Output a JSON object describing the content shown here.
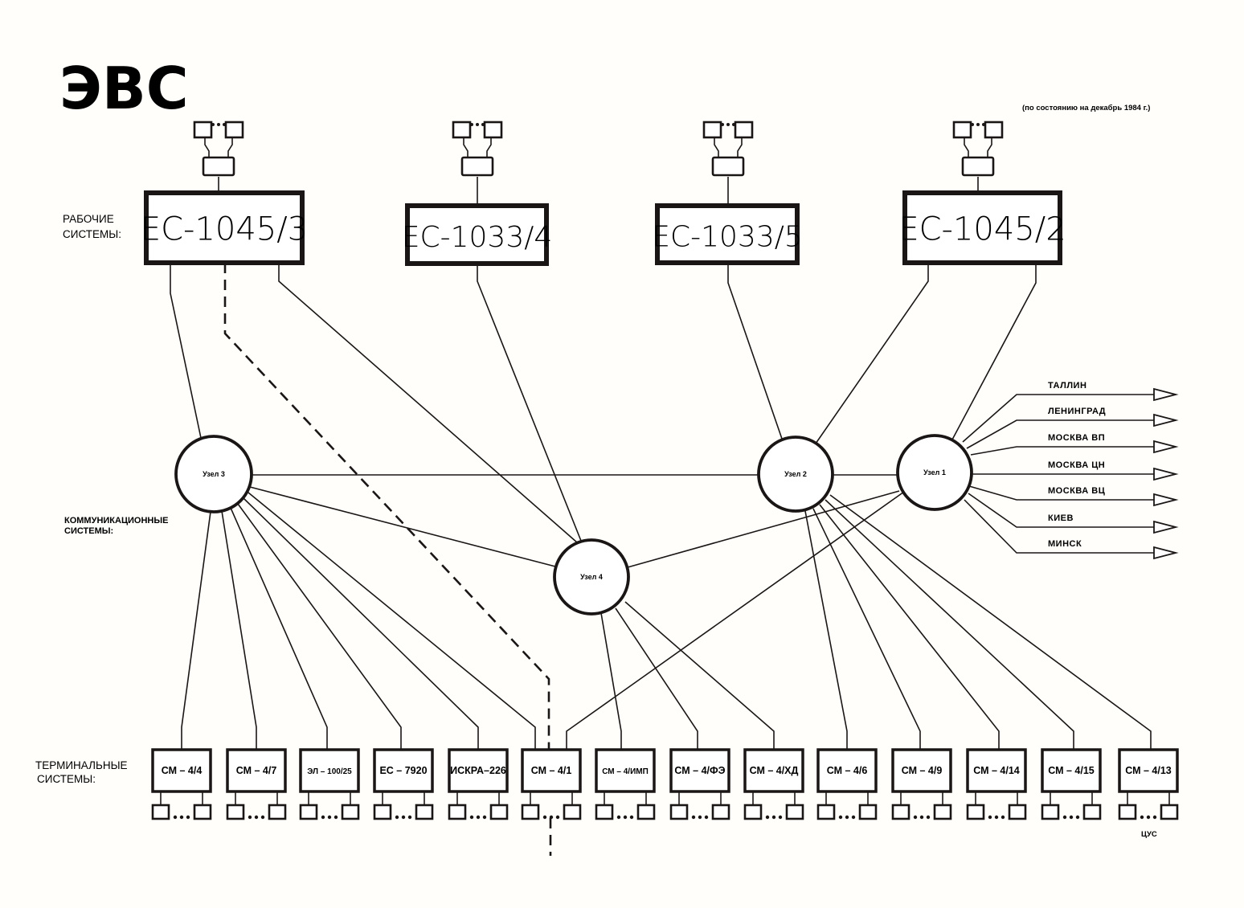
{
  "header": {
    "title": "ЭВС",
    "date_note": "(по состоянию на декабрь 1984 г.)"
  },
  "labels": {
    "work_systems": [
      "РАБОЧИЕ",
      "СИСТЕМЫ:"
    ],
    "comm_systems": [
      "КОММУНИКАЦИОННЫЕ",
      "СИСТЕМЫ:"
    ],
    "terminal_systems": [
      "ТЕРМИНАЛЬНЫЕ",
      "СИСТЕМЫ:"
    ]
  },
  "work_systems": [
    {
      "id": "ws1",
      "label": "ЕС-1045/3"
    },
    {
      "id": "ws2",
      "label": "ЕС-1033/4"
    },
    {
      "id": "ws3",
      "label": "ЕС-1033/5"
    },
    {
      "id": "ws4",
      "label": "ЕС-1045/2"
    }
  ],
  "nodes": [
    {
      "id": "n3",
      "label": "Узел 3"
    },
    {
      "id": "n2",
      "label": "Узел 2"
    },
    {
      "id": "n1",
      "label": "Узел 1"
    },
    {
      "id": "n4",
      "label": "Узел 4"
    }
  ],
  "terminals": [
    {
      "id": "t1",
      "label": "СМ – 4/4"
    },
    {
      "id": "t2",
      "label": "СМ – 4/7"
    },
    {
      "id": "t3",
      "label": "ЭЛ – 100/25"
    },
    {
      "id": "t4",
      "label": "ЕС – 7920"
    },
    {
      "id": "t5",
      "label": "ИСКРА–226"
    },
    {
      "id": "t6",
      "label": "СМ – 4/1"
    },
    {
      "id": "t7",
      "label": "СМ – 4/ИМП"
    },
    {
      "id": "t8",
      "label": "СМ – 4/ФЭ"
    },
    {
      "id": "t9",
      "label": "СМ – 4/ХД"
    },
    {
      "id": "t10",
      "label": "СМ – 4/6"
    },
    {
      "id": "t11",
      "label": "СМ – 4/9"
    },
    {
      "id": "t12",
      "label": "СМ – 4/14"
    },
    {
      "id": "t13",
      "label": "СМ – 4/15"
    },
    {
      "id": "t14",
      "label": "СМ – 4/13"
    }
  ],
  "terminal_note": {
    "under": "t14",
    "label": "ЦУС"
  },
  "external_links": [
    "ТАЛЛИН",
    "ЛЕНИНГРАД",
    "МОСКВА ВП",
    "МОСКВА ЦН",
    "МОСКВА ВЦ",
    "КИЕВ",
    "МИНСК"
  ],
  "connections": [
    [
      "ws1",
      "n3"
    ],
    [
      "ws1",
      "n4"
    ],
    [
      "ws2",
      "n4"
    ],
    [
      "ws3",
      "n2"
    ],
    [
      "ws4",
      "n2"
    ],
    [
      "ws4",
      "n1"
    ],
    [
      "n3",
      "n2"
    ],
    [
      "n2",
      "n1"
    ],
    [
      "n3",
      "n4"
    ],
    [
      "n4",
      "n1"
    ],
    [
      "n3",
      "t1"
    ],
    [
      "n3",
      "t2"
    ],
    [
      "n3",
      "t3"
    ],
    [
      "n3",
      "t4"
    ],
    [
      "n3",
      "t5"
    ],
    [
      "n3",
      "t6"
    ],
    [
      "n4",
      "t7"
    ],
    [
      "n4",
      "t8"
    ],
    [
      "n4",
      "t9"
    ],
    [
      "n1",
      "t6"
    ],
    [
      "n2",
      "t10"
    ],
    [
      "n2",
      "t11"
    ],
    [
      "n2",
      "t12"
    ],
    [
      "n2",
      "t13"
    ],
    [
      "n2",
      "t14"
    ]
  ],
  "dashed_connections": [
    [
      "ws1",
      "t6"
    ]
  ]
}
